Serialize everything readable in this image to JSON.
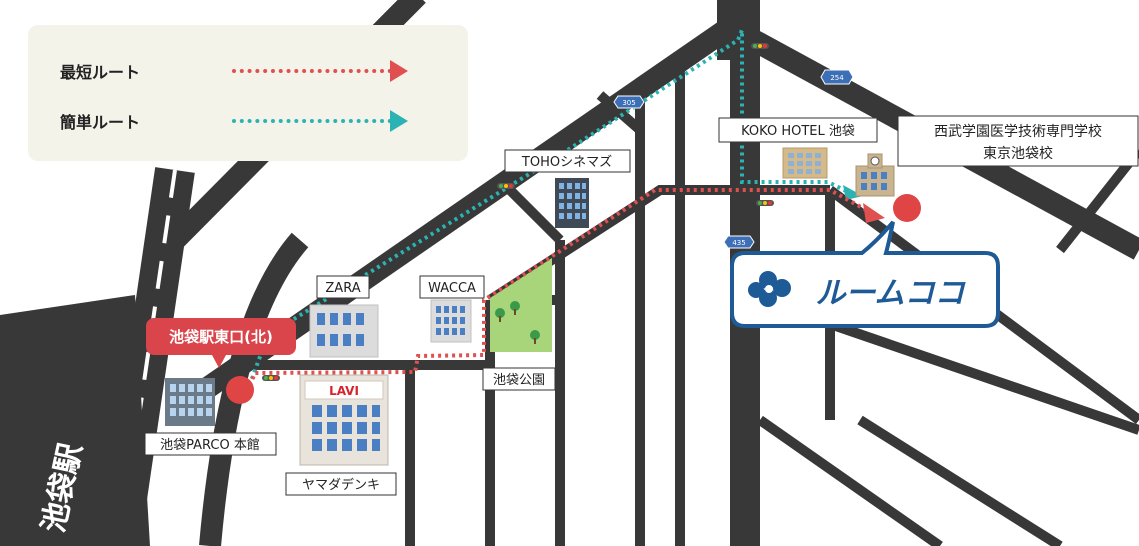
{
  "legend": {
    "shortest_label": "最短ルート",
    "simple_label": "簡単ルート",
    "shortest_color": "#e05050",
    "simple_color": "#2bb3b3"
  },
  "station": {
    "name": "池袋駅",
    "exit_label": "池袋駅東口(北)"
  },
  "buildings": {
    "parco": "池袋PARCO 本館",
    "lavi_sign": "LAVI",
    "yamada": "ヤマダデンキ",
    "zara": "ZARA",
    "wacca": "WACCA",
    "toho": "TOHOシネマズ",
    "park": "池袋公園",
    "koko": "KOKO HOTEL 池袋",
    "school_line1": "西武学園医学技術専門学校",
    "school_line2": "東京池袋校"
  },
  "routes": {
    "r305": "305",
    "r254": "254",
    "r435": "435"
  },
  "destination": {
    "logo_text": "ルームココ",
    "brand_color": "#1e5a96"
  }
}
